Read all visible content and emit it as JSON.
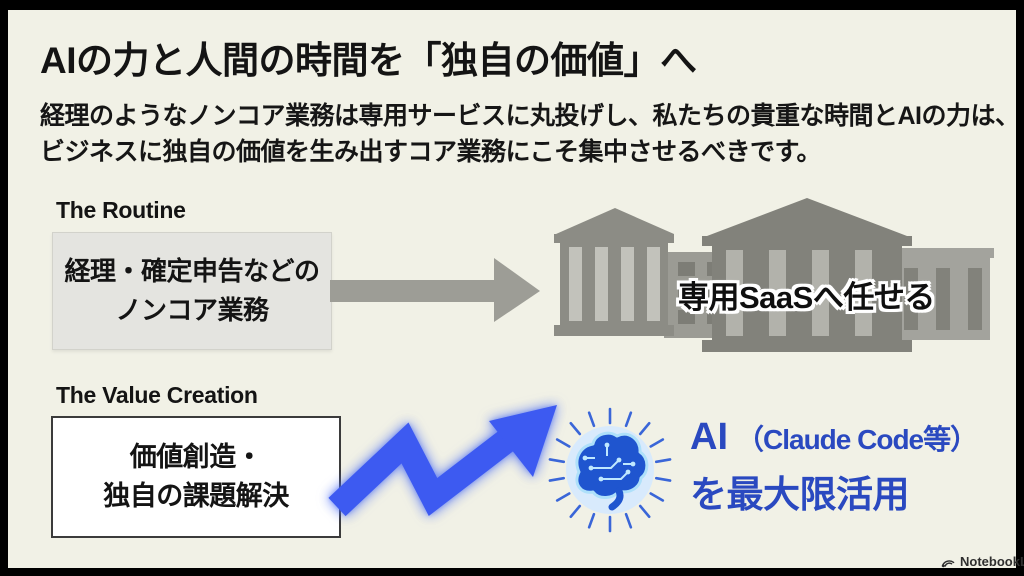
{
  "slide": {
    "title": "AIの力と人間の時間を「独自の価値」へ",
    "subtitle_lines": [
      "経理のようなノンコア業務は専用サービスに丸投げし、私たちの貴重な時間とAIの力は、",
      "ビジネスに独自の価値を生み出すコア業務にこそ集中させるべきです。"
    ]
  },
  "routine": {
    "label": "The Routine",
    "box_line1": "経理・確定申告などの",
    "box_line2": "ノンコア業務",
    "result": "専用SaaSへ任せる"
  },
  "value_creation": {
    "label": "The Value Creation",
    "box_line1": "価値創造・",
    "box_line2": "独自の課題解決",
    "result_ai": "AI",
    "result_paren": "（Claude Code等）",
    "result_line2": "を最大限活用"
  },
  "watermark": {
    "label": "NotebookLM"
  },
  "icons": {
    "routine_arrow": "right-arrow-icon",
    "routine_destination": "bank-buildings-icon",
    "value_arrow": "growth-zigzag-arrow-icon",
    "value_destination": "ai-brain-icon",
    "watermark_logo": "notebooklm-logo-icon"
  },
  "colors": {
    "slide_background": "#f1f1e6",
    "frame": "#000000",
    "text_primary": "#141414",
    "accent_blue_text": "#2a49c0",
    "growth_arrow_blue": "#3d5af1",
    "routine_arrow_gray": "#9d9d96",
    "building_gray": "#8c8c85",
    "routine_box_fill": "#e4e4e0",
    "value_box_fill": "#ffffff"
  }
}
